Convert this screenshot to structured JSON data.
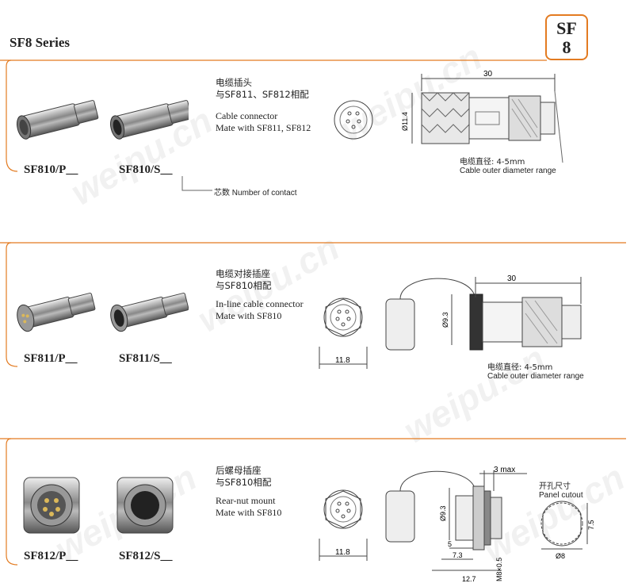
{
  "header": {
    "series_title": "SF8 Series",
    "badge_line1": "SF",
    "badge_line2": "8"
  },
  "accent_color": "#e37b21",
  "watermark": "weipu.cn",
  "sections": [
    {
      "models": [
        "SF810/P",
        "SF810/S"
      ],
      "desc_zh1": "电缆插头",
      "desc_zh2": "与SF811、SF812相配",
      "desc_en1": "Cable connector",
      "desc_en2": "Mate with SF811, SF812",
      "contact_note_zh": "芯数",
      "contact_note_en": "Number of contact",
      "dims": {
        "length": "30",
        "dia": "Ø11.4"
      },
      "cable_zh": "电缆直径: 4-5mm",
      "cable_en": "Cable outer diameter range"
    },
    {
      "models": [
        "SF811/P",
        "SF811/S"
      ],
      "desc_zh1": "电缆对接插座",
      "desc_zh2": "与SF810相配",
      "desc_en1": "In-line cable connector",
      "desc_en2": "Mate with SF810",
      "dims": {
        "length": "30",
        "dia": "Ø9.3",
        "width": "11.8"
      },
      "cable_zh": "电缆直径: 4-5mm",
      "cable_en": "Cable outer diameter range"
    },
    {
      "models": [
        "SF812/P",
        "SF812/S"
      ],
      "desc_zh1": "后螺母插座",
      "desc_zh2": "与SF810相配",
      "desc_en1": "Rear-nut mount",
      "desc_en2": "Mate with SF810",
      "dims": {
        "max": "3 max",
        "dia": "Ø9.3",
        "width": "11.8",
        "d5": "5",
        "d73": "7.3",
        "d127": "12.7",
        "thread": "M8×0.5"
      },
      "panel_zh": "开孔尺寸",
      "panel_en": "Panel cutout",
      "panel_dims": {
        "h": "7.5",
        "d": "Ø8"
      }
    }
  ]
}
